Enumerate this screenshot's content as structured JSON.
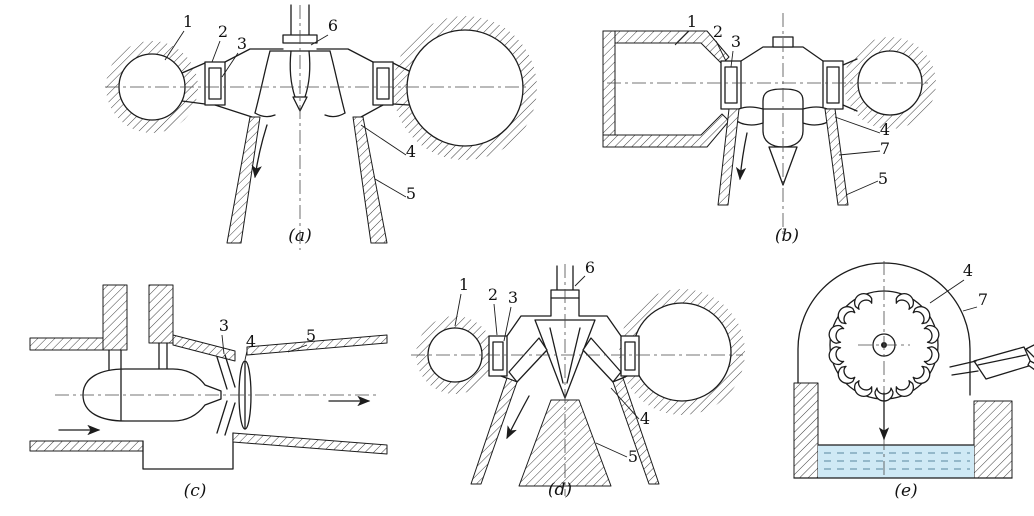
{
  "ink_color": "#1c1c1c",
  "water_color": "#cfe9f5",
  "panels": {
    "a": {
      "caption": "(a)",
      "labels": {
        "n1": "1",
        "n2": "2",
        "n3": "3",
        "n6": "6",
        "n4": "4",
        "n5": "5"
      }
    },
    "b": {
      "caption": "(b)",
      "labels": {
        "n1": "1",
        "n2": "2",
        "n3": "3",
        "n4": "4",
        "n7": "7",
        "n5": "5"
      }
    },
    "c": {
      "caption": "(c)",
      "labels": {
        "n3": "3",
        "n4": "4",
        "n5": "5"
      }
    },
    "d": {
      "caption": "(d)",
      "labels": {
        "n1": "1",
        "n2": "2",
        "n3": "3",
        "n6": "6",
        "n4": "4",
        "n5": "5"
      }
    },
    "e": {
      "caption": "(e)",
      "labels": {
        "n4": "4",
        "n7": "7"
      }
    }
  }
}
